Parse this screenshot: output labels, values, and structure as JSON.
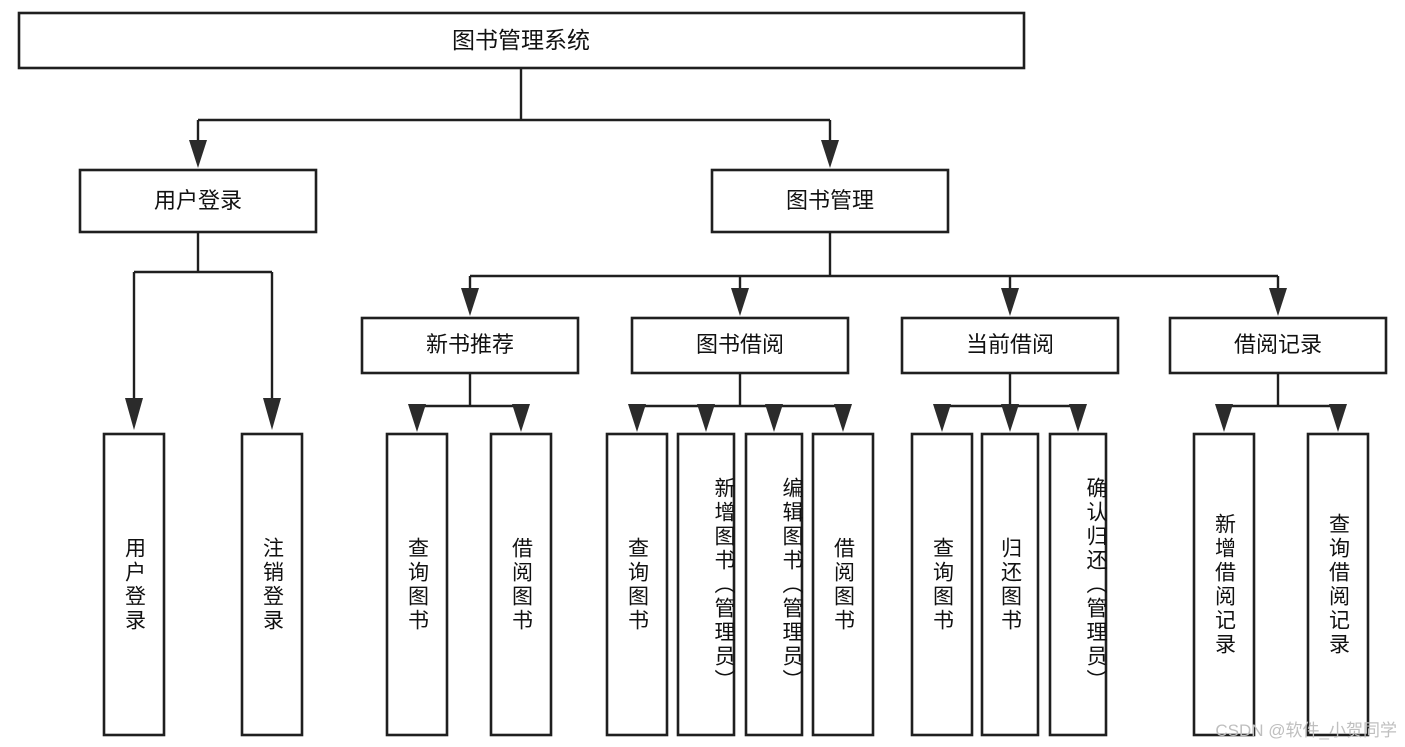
{
  "diagram": {
    "type": "tree",
    "title": "图书管理系统",
    "watermark": "CSDN @软件_小贺同学",
    "colors": {
      "box_stroke": "#1f1f1f",
      "box_fill": "#ffffff",
      "connector": "#1f1f1f",
      "text": "#111111",
      "watermark": "#bfbfbf",
      "background": "#ffffff"
    },
    "root": {
      "id": "root",
      "label": "图书管理系统",
      "orientation": "horizontal"
    },
    "level1": [
      {
        "id": "user-login",
        "label": "用户登录",
        "orientation": "horizontal"
      },
      {
        "id": "book-manage",
        "label": "图书管理",
        "orientation": "horizontal"
      }
    ],
    "level2": [
      {
        "id": "new-book-recommend",
        "label": "新书推荐",
        "parent": "book-manage",
        "orientation": "horizontal"
      },
      {
        "id": "book-borrow",
        "label": "图书借阅",
        "parent": "book-manage",
        "orientation": "horizontal"
      },
      {
        "id": "current-borrow",
        "label": "当前借阅",
        "parent": "book-manage",
        "orientation": "horizontal"
      },
      {
        "id": "borrow-record",
        "label": "借阅记录",
        "parent": "book-manage",
        "orientation": "horizontal"
      }
    ],
    "leaves": [
      {
        "id": "leaf-user-login",
        "label": "用户登录",
        "parent": "user-login",
        "orientation": "vertical"
      },
      {
        "id": "leaf-user-logout",
        "label": "注销登录",
        "parent": "user-login",
        "orientation": "vertical"
      },
      {
        "id": "leaf-query-book-1",
        "label": "查询图书",
        "parent": "new-book-recommend",
        "orientation": "vertical"
      },
      {
        "id": "leaf-borrow-book-1",
        "label": "借阅图书",
        "parent": "new-book-recommend",
        "orientation": "vertical"
      },
      {
        "id": "leaf-query-book-2",
        "label": "查询图书",
        "parent": "book-borrow",
        "orientation": "vertical"
      },
      {
        "id": "leaf-add-book",
        "label": "新增图书（管理员）",
        "parent": "book-borrow",
        "orientation": "vertical"
      },
      {
        "id": "leaf-edit-book",
        "label": "编辑图书（管理员）",
        "parent": "book-borrow",
        "orientation": "vertical"
      },
      {
        "id": "leaf-borrow-book-2",
        "label": "借阅图书",
        "parent": "book-borrow",
        "orientation": "vertical"
      },
      {
        "id": "leaf-query-book-3",
        "label": "查询图书",
        "parent": "current-borrow",
        "orientation": "vertical"
      },
      {
        "id": "leaf-return-book",
        "label": "归还图书",
        "parent": "current-borrow",
        "orientation": "vertical"
      },
      {
        "id": "leaf-confirm-return",
        "label": "确认归还（管理员）",
        "parent": "current-borrow",
        "orientation": "vertical"
      },
      {
        "id": "leaf-add-record",
        "label": "新增借阅记录",
        "parent": "borrow-record",
        "orientation": "vertical"
      },
      {
        "id": "leaf-query-record",
        "label": "查询借阅记录",
        "parent": "borrow-record",
        "orientation": "vertical"
      }
    ]
  }
}
